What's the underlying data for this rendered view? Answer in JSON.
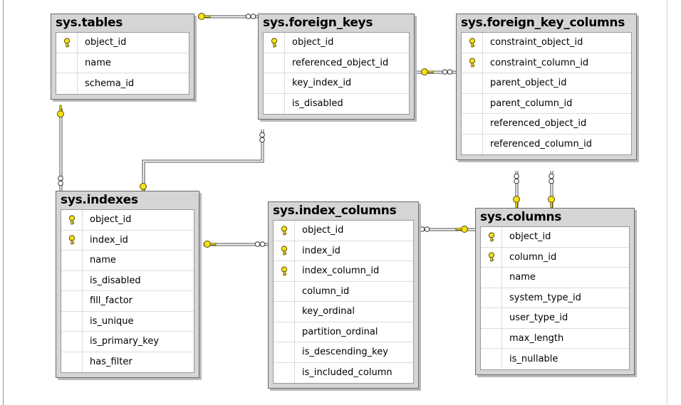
{
  "tables": [
    {
      "id": "tables",
      "title": "sys.tables",
      "columns": [
        {
          "name": "object_id",
          "key": true
        },
        {
          "name": "name",
          "key": false
        },
        {
          "name": "schema_id",
          "key": false
        }
      ]
    },
    {
      "id": "foreign_keys",
      "title": "sys.foreign_keys",
      "columns": [
        {
          "name": "object_id",
          "key": true
        },
        {
          "name": "referenced_object_id",
          "key": false
        },
        {
          "name": "key_index_id",
          "key": false
        },
        {
          "name": "is_disabled",
          "key": false
        }
      ]
    },
    {
      "id": "foreign_key_columns",
      "title": "sys.foreign_key_columns",
      "columns": [
        {
          "name": "constraint_object_id",
          "key": true
        },
        {
          "name": "constraint_column_id",
          "key": true
        },
        {
          "name": "parent_object_id",
          "key": false
        },
        {
          "name": "parent_column_id",
          "key": false
        },
        {
          "name": "referenced_object_id",
          "key": false
        },
        {
          "name": "referenced_column_id",
          "key": false
        }
      ]
    },
    {
      "id": "indexes",
      "title": "sys.indexes",
      "columns": [
        {
          "name": "object_id",
          "key": true
        },
        {
          "name": "index_id",
          "key": true
        },
        {
          "name": "name",
          "key": false
        },
        {
          "name": "is_disabled",
          "key": false
        },
        {
          "name": "fill_factor",
          "key": false
        },
        {
          "name": "is_unique",
          "key": false
        },
        {
          "name": "is_primary_key",
          "key": false
        },
        {
          "name": "has_filter",
          "key": false
        }
      ]
    },
    {
      "id": "index_columns",
      "title": "sys.index_columns",
      "columns": [
        {
          "name": "object_id",
          "key": true
        },
        {
          "name": "index_id",
          "key": true
        },
        {
          "name": "index_column_id",
          "key": true
        },
        {
          "name": "column_id",
          "key": false
        },
        {
          "name": "key_ordinal",
          "key": false
        },
        {
          "name": "partition_ordinal",
          "key": false
        },
        {
          "name": "is_descending_key",
          "key": false
        },
        {
          "name": "is_included_column",
          "key": false
        }
      ]
    },
    {
      "id": "columns",
      "title": "sys.columns",
      "columns": [
        {
          "name": "object_id",
          "key": true
        },
        {
          "name": "column_id",
          "key": true
        },
        {
          "name": "name",
          "key": false
        },
        {
          "name": "system_type_id",
          "key": false
        },
        {
          "name": "user_type_id",
          "key": false
        },
        {
          "name": "max_length",
          "key": false
        },
        {
          "name": "is_nullable",
          "key": false
        }
      ]
    }
  ],
  "relationships": [
    {
      "from": "tables",
      "to": "foreign_keys"
    },
    {
      "from": "tables",
      "to": "indexes"
    },
    {
      "from": "indexes",
      "to": "foreign_keys"
    },
    {
      "from": "foreign_keys",
      "to": "foreign_key_columns"
    },
    {
      "from": "indexes",
      "to": "index_columns"
    },
    {
      "from": "columns",
      "to": "index_columns"
    },
    {
      "from": "columns",
      "to": "foreign_key_columns"
    }
  ],
  "colors": {
    "key_fill": "#f3e21a",
    "key_stroke": "#5a4a00",
    "title_bar": "#d5d5d5",
    "connector": "#4d4d4d"
  },
  "icons": {
    "primary_key": "key-icon",
    "one_end": "key-icon",
    "many_end": "infinity-icon"
  }
}
